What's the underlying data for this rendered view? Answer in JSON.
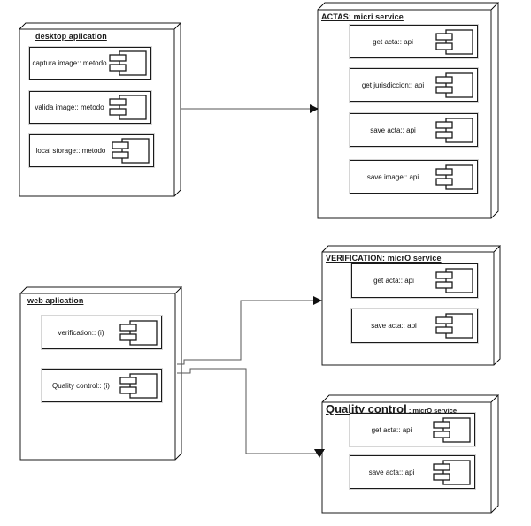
{
  "diagram": {
    "type": "uml-deployment-component-diagram",
    "colors": {
      "line": "#1a1a1a",
      "connector": "#555555",
      "background": "#ffffff"
    },
    "icons": {
      "component_icon": "uml-component-icon"
    },
    "nodes": [
      {
        "title": "desktop aplication",
        "components": [
          {
            "label": "captura image:: metodo"
          },
          {
            "label": "valida image:: metodo"
          },
          {
            "label": "local storage:: metodo"
          }
        ]
      },
      {
        "title": "ACTAS: micri service",
        "components": [
          {
            "label": "get acta:: api"
          },
          {
            "label": "get jurisdiccion:: api"
          },
          {
            "label": "save acta:: api"
          },
          {
            "label": "save image:: api"
          }
        ]
      },
      {
        "title": "web aplication",
        "components": [
          {
            "label": "verification:: (i)"
          },
          {
            "label": "Quality control:: (i)"
          }
        ]
      },
      {
        "title": "VERIFICATION: micrO service",
        "components": [
          {
            "label": "get acta:: api"
          },
          {
            "label": "save acta:: api"
          }
        ]
      },
      {
        "title_main": "Quality control",
        "title_suffix": " : micrO service",
        "components": [
          {
            "label": "get acta:: api"
          },
          {
            "label": "save acta:: api"
          }
        ]
      }
    ],
    "connectors": [
      {
        "from": "desktop aplication",
        "to": "ACTAS: micri service"
      },
      {
        "from": "web aplication",
        "to": "VERIFICATION: micrO service"
      },
      {
        "from": "web aplication",
        "to": "Quality control : micrO service"
      }
    ]
  }
}
